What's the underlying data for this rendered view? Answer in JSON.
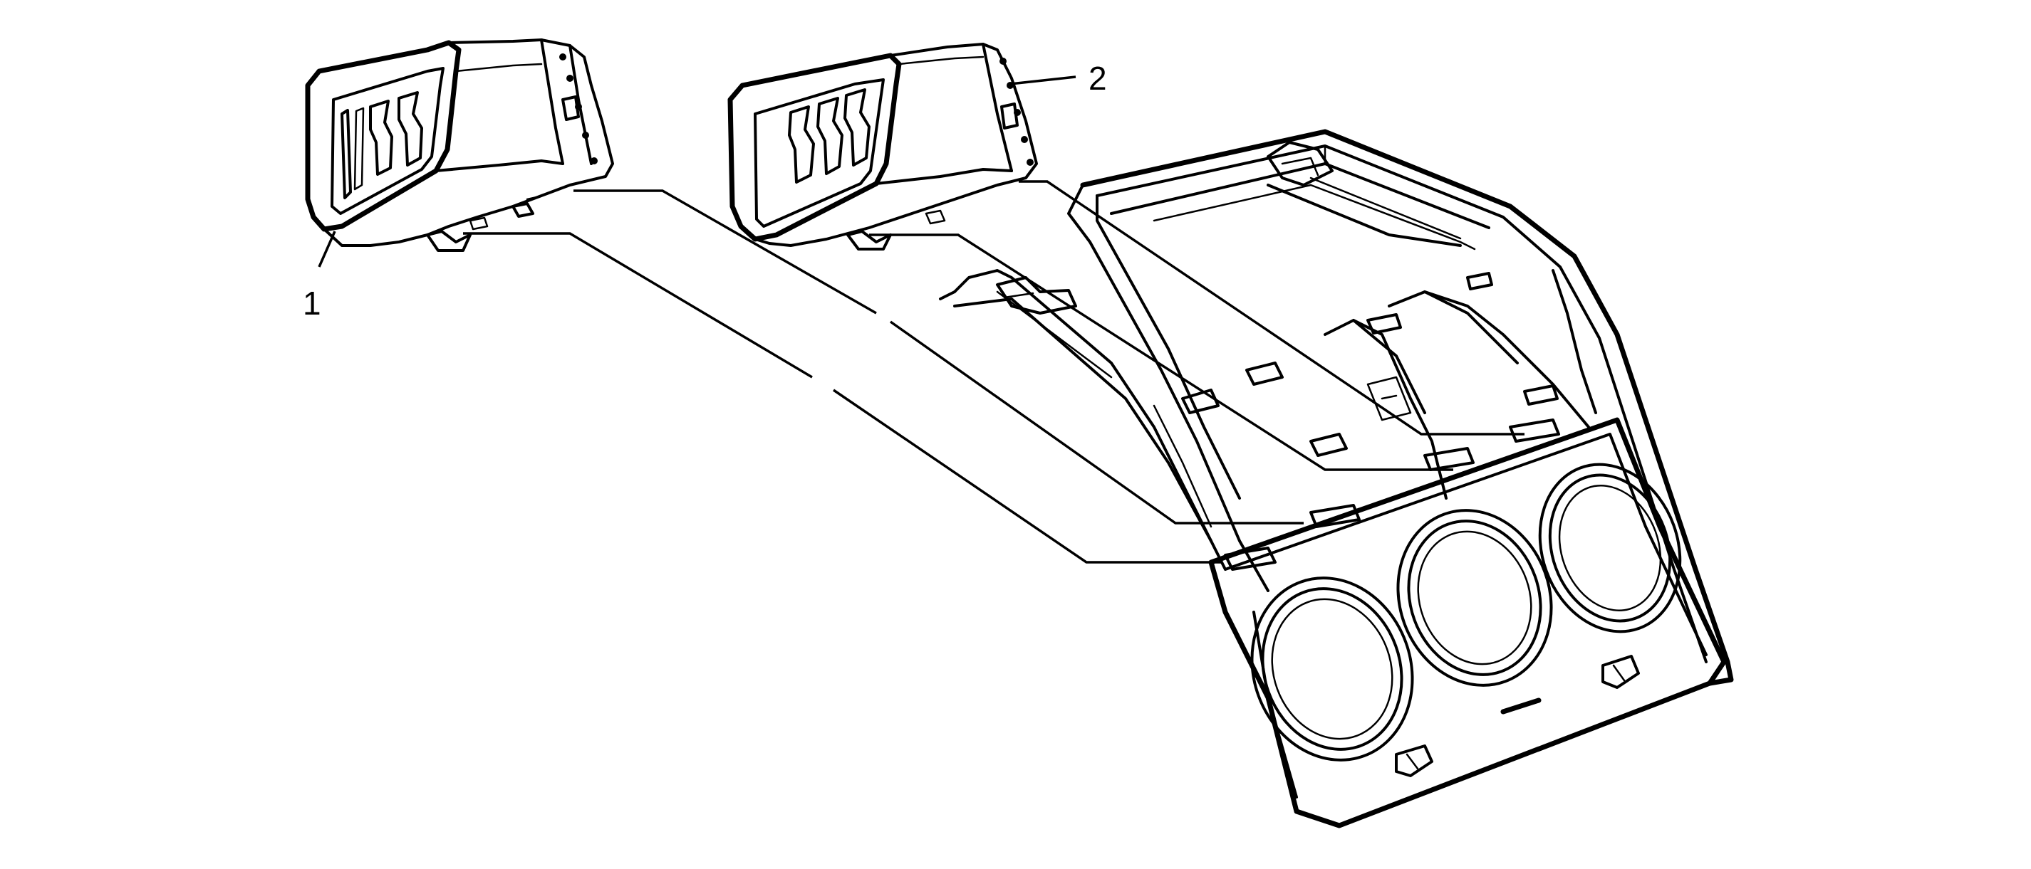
{
  "callouts": [
    {
      "id": "1",
      "label": "1"
    },
    {
      "id": "2",
      "label": "2"
    }
  ]
}
